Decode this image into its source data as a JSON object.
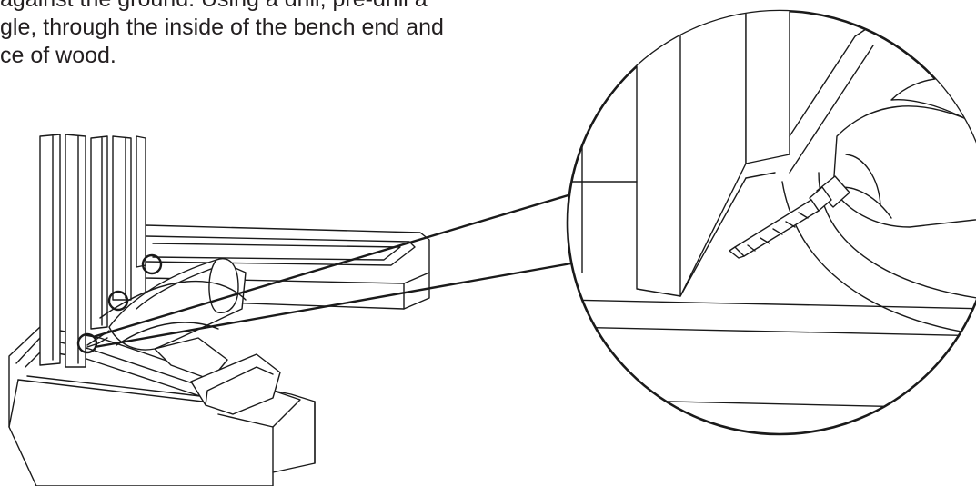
{
  "instruction": {
    "lines": [
      "against the ground. Using a drill, pre-drill a",
      "gle, through the inside of the bench end and",
      "ce of wood."
    ]
  },
  "illustration": {
    "marker_count": 3,
    "icon": "drill-detail-zoom-icon"
  }
}
